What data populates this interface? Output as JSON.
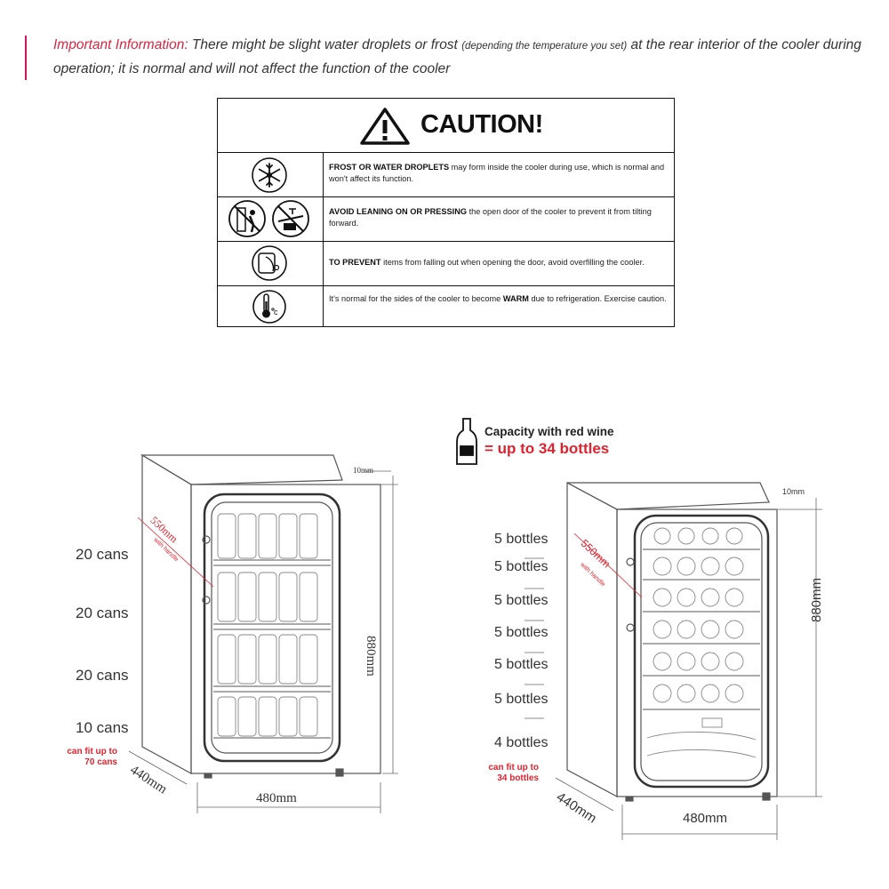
{
  "info": {
    "lead": "Important Information:",
    "text1": " There might be slight water droplets or frost ",
    "small": "(depending the temperature you set)",
    "text2": " at the rear interior of the cooler during operation; it is normal and will not affect the function of the cooler"
  },
  "caution": {
    "title": "CAUTION!",
    "rows": [
      {
        "bold": "FROST OR WATER DROPLETS",
        "rest": " may form inside the cooler during use, which is normal and won't affect its function.",
        "icon": "snowflake-icon"
      },
      {
        "bold": "AVOID LEANING ON OR PRESSING",
        "rest": " the open door of the cooler to prevent it from tilting forward.",
        "icon": "no-leaning-icon"
      },
      {
        "bold": "TO PREVENT",
        "rest": " items from falling out when opening the door, avoid overfilling the cooler.",
        "icon": "overfill-icon"
      },
      {
        "pre": "It's normal for the sides of the cooler to become ",
        "bold": "WARM",
        "rest": " due to refrigeration. Exercise caution.",
        "icon": "thermometer-icon"
      }
    ]
  },
  "left_diagram": {
    "shelves": [
      "20 cans",
      "20 cans",
      "20 cans",
      "10 cans"
    ],
    "note": [
      "can fit up to",
      "70 cans"
    ],
    "dims": {
      "height": "880mm",
      "depth": "550mm",
      "depth_note": "with handle",
      "width": "480mm",
      "base_depth": "440mm",
      "top": "10mm"
    }
  },
  "right_diagram": {
    "capacity_line1": "Capacity with red wine",
    "capacity_line2": "= up to 34 bottles",
    "shelves": [
      "5 bottles",
      "5 bottles",
      "5 bottles",
      "5 bottles",
      "5 bottles",
      "5 bottles",
      "4 bottles"
    ],
    "note": [
      "can fit up to",
      "34 bottles"
    ],
    "dims": {
      "height": "880mm",
      "depth": "550mm",
      "depth_note": "with handle",
      "width": "480mm",
      "base_depth": "440mm",
      "top": "10mm"
    }
  },
  "colors": {
    "accent_red": "#e0232f",
    "border_pink": "#d4145a"
  }
}
